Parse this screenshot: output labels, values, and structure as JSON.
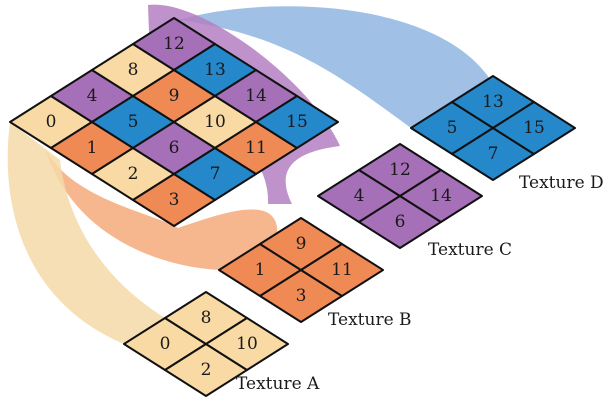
{
  "colors": {
    "A": "#f9d9a4",
    "B": "#ef8a55",
    "C": "#a670b8",
    "D": "#2488cb",
    "bandA": "#f6d9a8",
    "bandB": "#f5a97a",
    "bandC": "#b47fc2",
    "bandD": "#8fb6e0"
  },
  "main_grid": {
    "cells": [
      {
        "label": "0",
        "tex": "A",
        "col": 0,
        "row": 0
      },
      {
        "label": "1",
        "tex": "B",
        "col": 1,
        "row": 0
      },
      {
        "label": "2",
        "tex": "A",
        "col": 2,
        "row": 0
      },
      {
        "label": "3",
        "tex": "B",
        "col": 3,
        "row": 0
      },
      {
        "label": "4",
        "tex": "C",
        "col": 0,
        "row": 1
      },
      {
        "label": "5",
        "tex": "D",
        "col": 1,
        "row": 1
      },
      {
        "label": "6",
        "tex": "C",
        "col": 2,
        "row": 1
      },
      {
        "label": "7",
        "tex": "D",
        "col": 3,
        "row": 1
      },
      {
        "label": "8",
        "tex": "A",
        "col": 0,
        "row": 2
      },
      {
        "label": "9",
        "tex": "B",
        "col": 1,
        "row": 2
      },
      {
        "label": "10",
        "tex": "A",
        "col": 2,
        "row": 2
      },
      {
        "label": "11",
        "tex": "B",
        "col": 3,
        "row": 2
      },
      {
        "label": "12",
        "tex": "C",
        "col": 0,
        "row": 3
      },
      {
        "label": "13",
        "tex": "D",
        "col": 1,
        "row": 3
      },
      {
        "label": "14",
        "tex": "C",
        "col": 2,
        "row": 3
      },
      {
        "label": "15",
        "tex": "D",
        "col": 3,
        "row": 3
      }
    ]
  },
  "textures": [
    {
      "id": "A",
      "title": "Texture A",
      "cells": [
        {
          "label": "0",
          "col": 0,
          "row": 0
        },
        {
          "label": "2",
          "col": 1,
          "row": 0
        },
        {
          "label": "8",
          "col": 0,
          "row": 1
        },
        {
          "label": "10",
          "col": 1,
          "row": 1
        }
      ]
    },
    {
      "id": "B",
      "title": "Texture B",
      "cells": [
        {
          "label": "1",
          "col": 0,
          "row": 0
        },
        {
          "label": "3",
          "col": 1,
          "row": 0
        },
        {
          "label": "9",
          "col": 0,
          "row": 1
        },
        {
          "label": "11",
          "col": 1,
          "row": 1
        }
      ]
    },
    {
      "id": "C",
      "title": "Texture C",
      "cells": [
        {
          "label": "4",
          "col": 0,
          "row": 0
        },
        {
          "label": "6",
          "col": 1,
          "row": 0
        },
        {
          "label": "12",
          "col": 0,
          "row": 1
        },
        {
          "label": "14",
          "col": 1,
          "row": 1
        }
      ]
    },
    {
      "id": "D",
      "title": "Texture D",
      "cells": [
        {
          "label": "5",
          "col": 0,
          "row": 0
        },
        {
          "label": "7",
          "col": 1,
          "row": 0
        },
        {
          "label": "13",
          "col": 0,
          "row": 1
        },
        {
          "label": "15",
          "col": 1,
          "row": 1
        }
      ]
    }
  ]
}
